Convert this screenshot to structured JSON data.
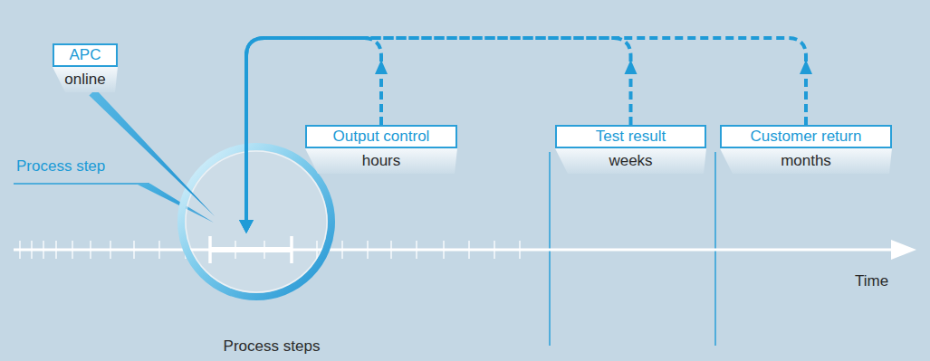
{
  "diagram": {
    "nodes": [
      {
        "text": [
          "APC",
          "online"
        ]
      },
      {
        "text": [
          "Output control",
          "hours"
        ]
      },
      {
        "text": [
          "Test result",
          "weeks"
        ]
      },
      {
        "text": [
          "Customer return",
          "months"
        ]
      },
      {
        "text": [
          "Process steps"
        ]
      }
    ],
    "edges": [
      {
        "from": 0,
        "to": 4,
        "arrow": "none"
      },
      {
        "from": 1,
        "to": 4,
        "arrow": "to"
      },
      {
        "from": 2,
        "to": 4,
        "arrow": "to"
      },
      {
        "from": 3,
        "to": 4,
        "arrow": "to"
      }
    ],
    "labels": [
      "Process step",
      "Time"
    ]
  }
}
